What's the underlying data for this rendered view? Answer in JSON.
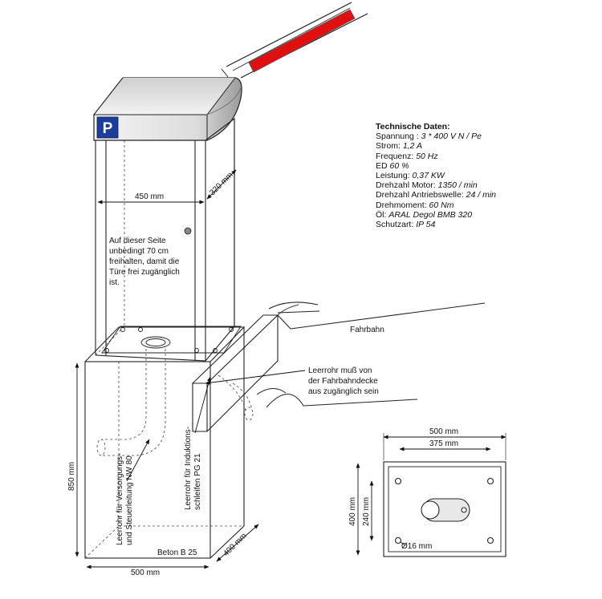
{
  "badge": {
    "letter": "P",
    "color": "#1b3e9c"
  },
  "colors": {
    "arm": "#e01010"
  },
  "technical": {
    "title": "Technische Daten:",
    "rows": [
      {
        "label": "Spannung : ",
        "value": "3 * 400 V N / Pe"
      },
      {
        "label": "Strom: ",
        "value": "1,2 A"
      },
      {
        "label": "Frequenz: ",
        "value": "50 Hz"
      },
      {
        "label": "ED ",
        "value": "60 %"
      },
      {
        "label": "Leistung: ",
        "value": "0,37 KW"
      },
      {
        "label": "Drehzahl Motor: ",
        "value": "1350 / min"
      },
      {
        "label": "Drehzahl Antriebswelle: ",
        "value": "24 / min"
      },
      {
        "label": "Drehmoment: ",
        "value": "60 Nm"
      },
      {
        "label": "Öl: ",
        "value": "ARAL Degol BMB 320"
      },
      {
        "label": "Schutzart: ",
        "value": "IP 54"
      }
    ]
  },
  "labels": {
    "housing_width": "450 mm",
    "housing_depth": "320 mm",
    "side_note_1": "Auf dieser Seite",
    "side_note_2": "unbedingt 70 cm",
    "side_note_3": "freihalten, damit die",
    "side_note_4": "Türe frei zugänglich",
    "side_note_5": "ist.",
    "road": "Fahrbahn",
    "pipe_note_1": "Leerrohr muß von",
    "pipe_note_2": "der Fahrbahndecke",
    "pipe_note_3": "aus zugänglich sein",
    "supply_pipe_1": "Leerrohr für Versorgungs-",
    "supply_pipe_2": "und Steuerleitung NW 80",
    "loop_pipe_1": "Leerrohr für Induktions-",
    "loop_pipe_2": "schleifen PG 21",
    "foundation_height": "850 mm",
    "foundation_width": "500 mm",
    "foundation_depth": "400 mm",
    "concrete": "Beton B 25"
  },
  "plan": {
    "outer_width": "500 mm",
    "inner_width": "375 mm",
    "outer_height": "400 mm",
    "inner_height": "240 mm",
    "bolt": "Ø16 mm"
  }
}
